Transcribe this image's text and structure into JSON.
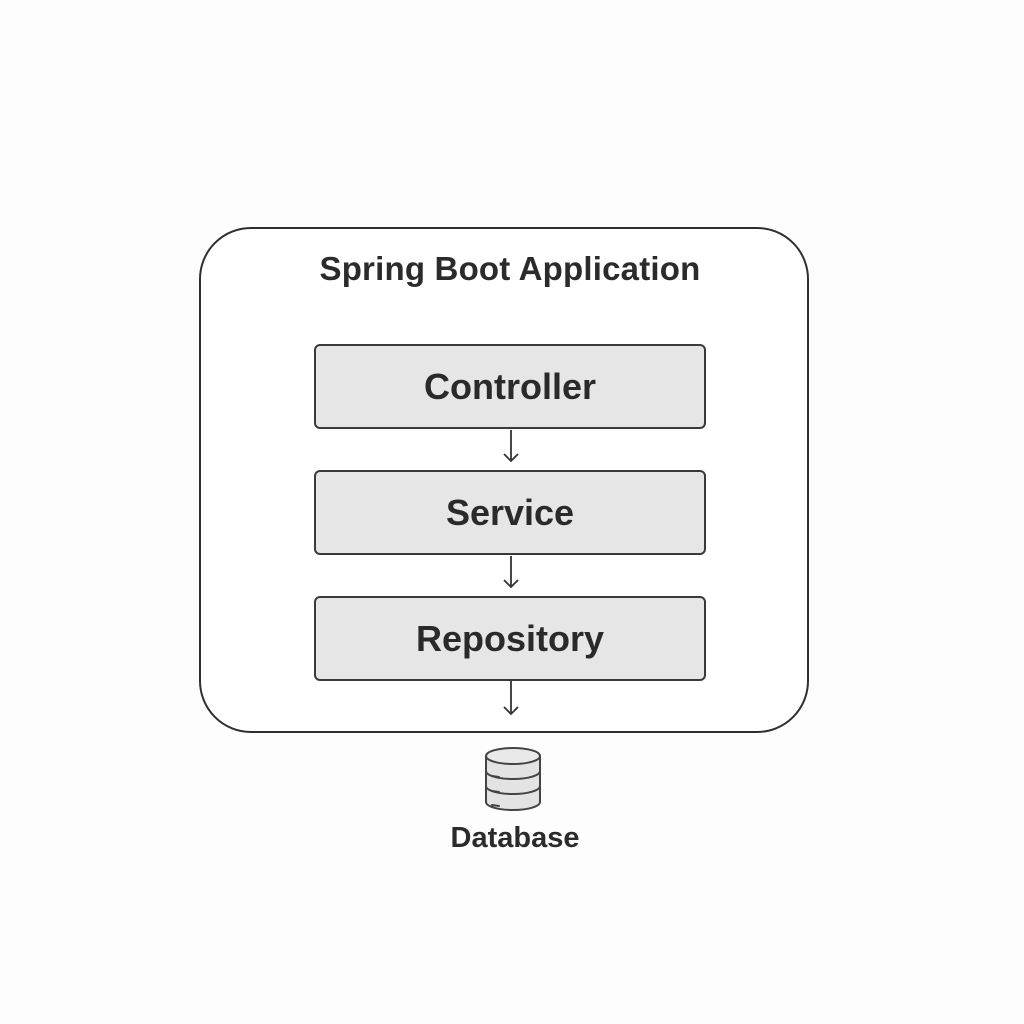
{
  "diagram": {
    "container": {
      "title": "Spring Boot Application"
    },
    "layers": [
      {
        "label": "Controller"
      },
      {
        "label": "Service"
      },
      {
        "label": "Repository"
      }
    ],
    "database": {
      "label": "Database",
      "icon": "database-icon"
    },
    "colors": {
      "stroke": "#2f2f2f",
      "layer_fill": "#e6e6e6",
      "background": "#fdfdfd"
    }
  }
}
